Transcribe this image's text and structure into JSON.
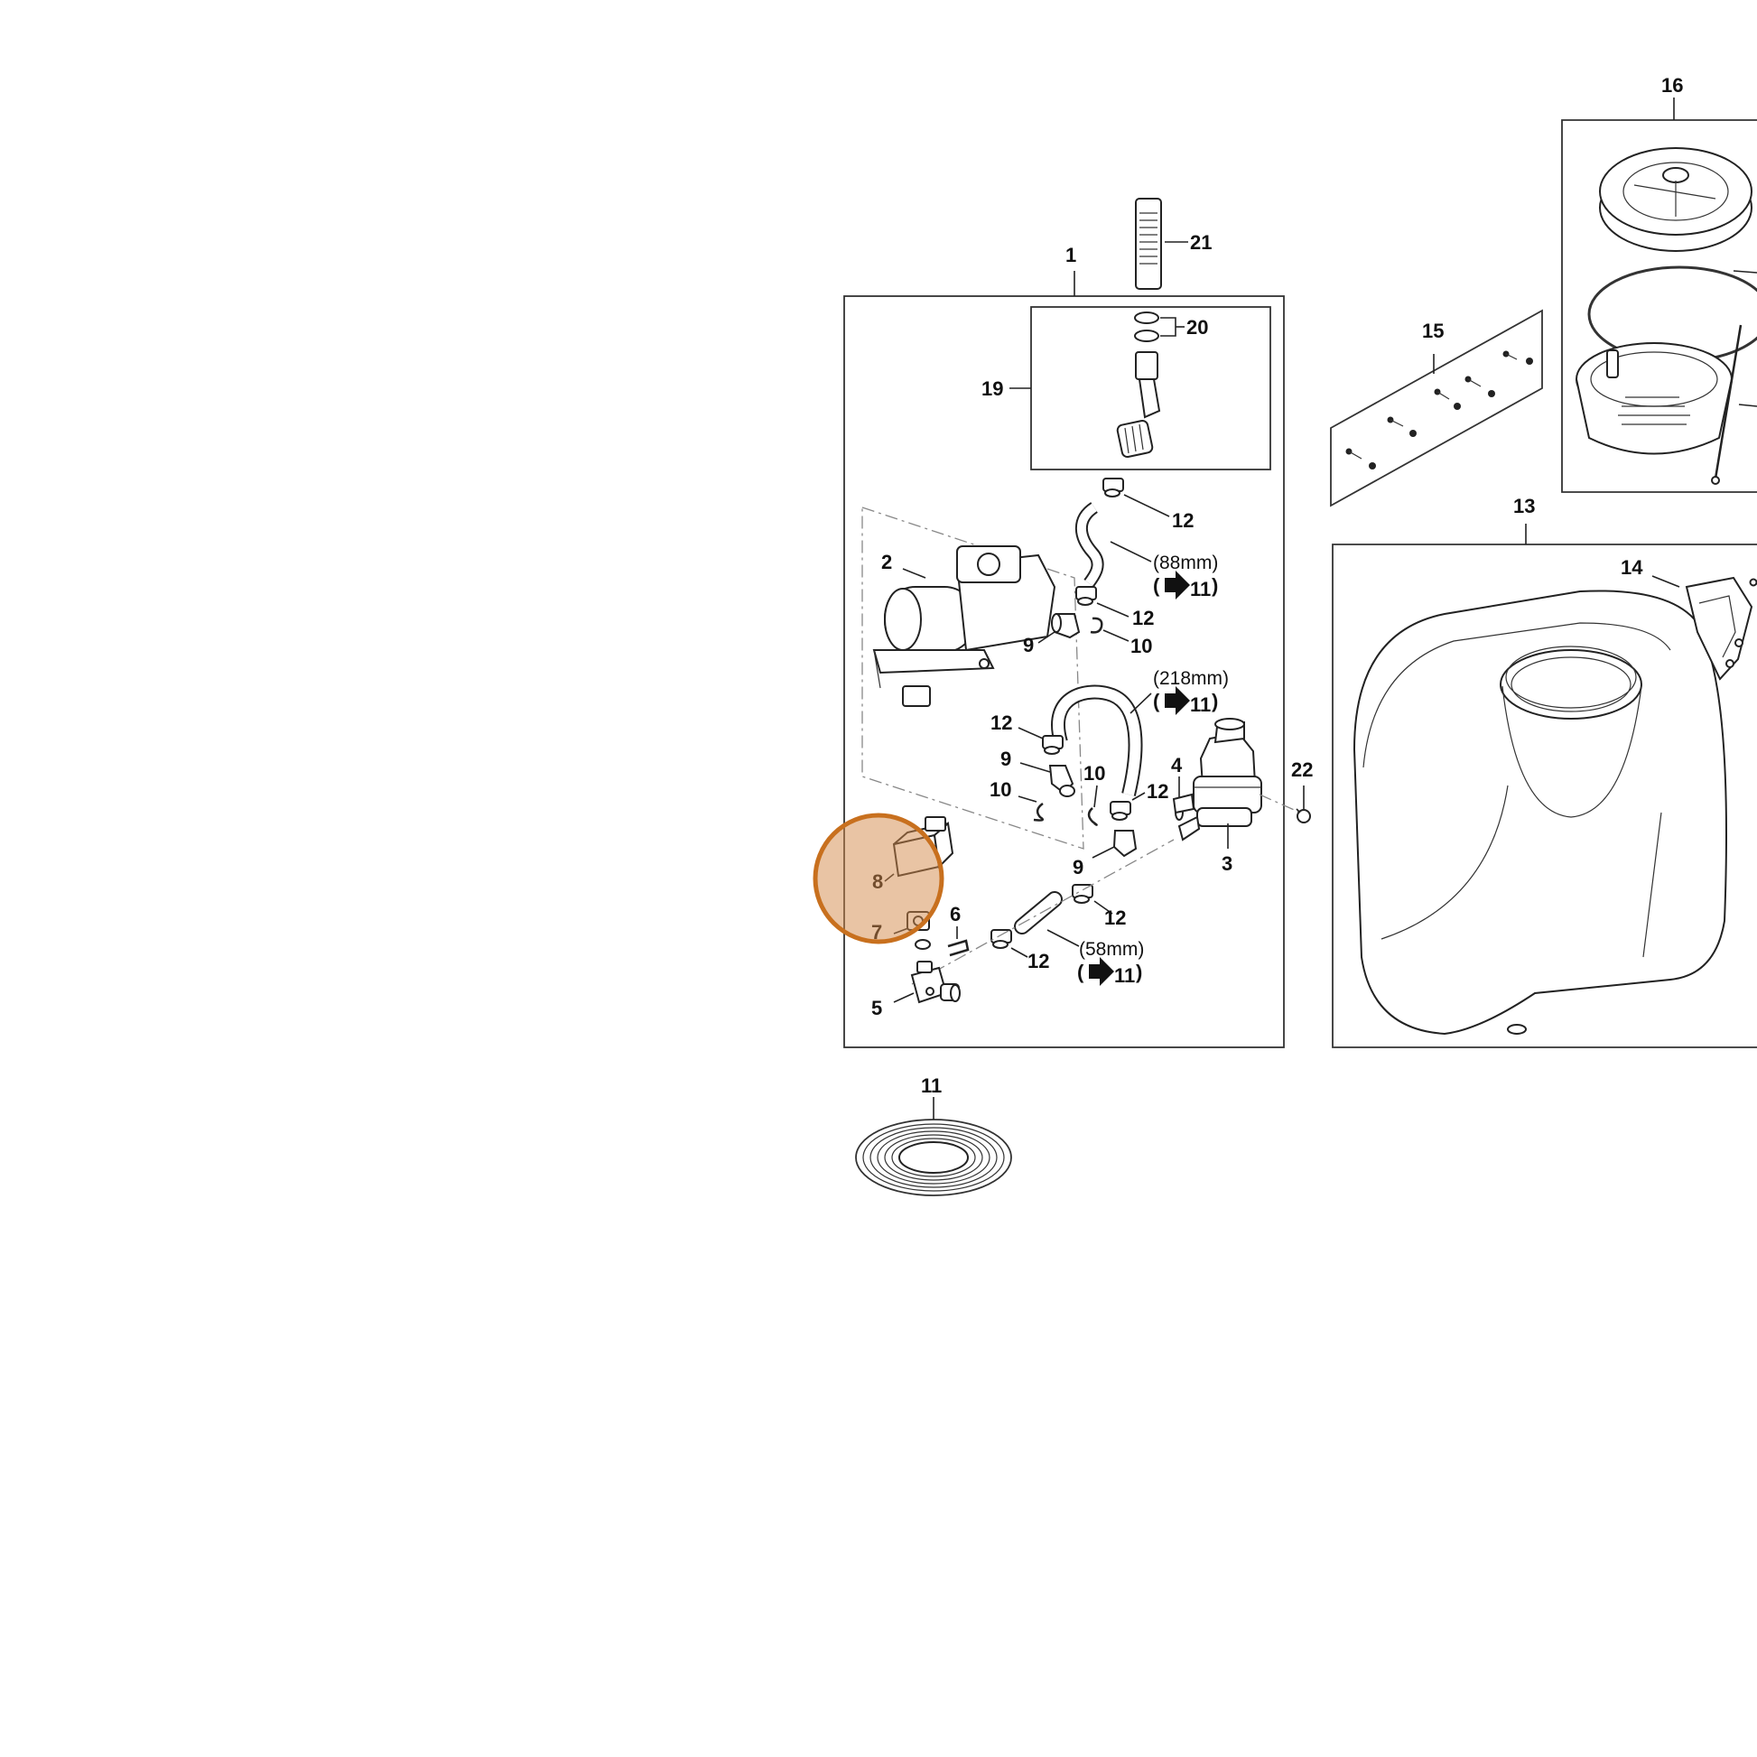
{
  "callouts": {
    "c1": "1",
    "c2": "2",
    "c3": "3",
    "c4": "4",
    "c5": "5",
    "c6": "6",
    "c7": "7",
    "c8": "8",
    "c9a": "9",
    "c9b": "9",
    "c9c": "9",
    "c10a": "10",
    "c10b": "10",
    "c10c": "10",
    "c11": "11",
    "c12a": "12",
    "c12b": "12",
    "c12c": "12",
    "c12d": "12",
    "c12e": "12",
    "c12f": "12",
    "c13": "13",
    "c14": "14",
    "c15": "15",
    "c16": "16",
    "c19": "19",
    "c20": "20",
    "c21": "21",
    "c22": "22"
  },
  "hose_notes": [
    {
      "length": "(88mm)",
      "ref_open": "(",
      "ref": "11",
      "ref_close": ")"
    },
    {
      "length": "(218mm)",
      "ref_open": "(",
      "ref": "11",
      "ref_close": ")"
    },
    {
      "length": "(58mm)",
      "ref_open": "(",
      "ref": "11",
      "ref_close": ")"
    }
  ],
  "highlight": {
    "target_part": "8",
    "color": "#c8701e"
  }
}
